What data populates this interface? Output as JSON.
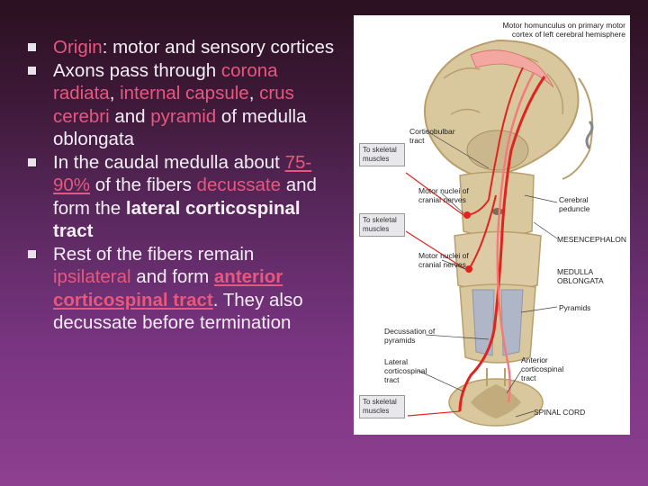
{
  "bullets": [
    {
      "segments": [
        {
          "text": "Origin",
          "style": "hl"
        },
        {
          "text": ": motor and sensory cortices",
          "style": "plain"
        }
      ]
    },
    {
      "segments": [
        {
          "text": "Axons pass through ",
          "style": "plain"
        },
        {
          "text": "corona radiata",
          "style": "hl"
        },
        {
          "text": ", ",
          "style": "plain"
        },
        {
          "text": "internal capsule",
          "style": "hl"
        },
        {
          "text": ", ",
          "style": "plain"
        },
        {
          "text": "crus cerebri",
          "style": "hl"
        },
        {
          "text": " and ",
          "style": "plain"
        },
        {
          "text": "pyramid",
          "style": "hl"
        },
        {
          "text": " of medulla oblongata",
          "style": "plain"
        }
      ]
    },
    {
      "segments": [
        {
          "text": "In the caudal medulla about ",
          "style": "plain"
        },
        {
          "text": "75-90%",
          "style": "hl-u"
        },
        {
          "text": " of the fibers ",
          "style": "plain"
        },
        {
          "text": "decussate",
          "style": "hl"
        },
        {
          "text": " and form the ",
          "style": "plain"
        },
        {
          "text": "lateral corticospinal tract",
          "style": "hl-bold"
        }
      ]
    },
    {
      "segments": [
        {
          "text": "Rest of the fibers remain ",
          "style": "plain"
        },
        {
          "text": "ipsilateral",
          "style": "hl"
        },
        {
          "text": " and form ",
          "style": "plain"
        },
        {
          "text": "anterior corticospinal tract",
          "style": "hl-bold-u"
        },
        {
          "text": ". They also decussate before termination",
          "style": "plain"
        }
      ]
    }
  ],
  "figure": {
    "title": "Motor homunculus on primary motor cortex of left cerebral hemisphere",
    "labels": {
      "corticobulbar": "Corticobulbar tract",
      "to_skeletal_1": "To skeletal muscles",
      "motor_nuclei_1": "Motor nuclei of cranial nerves",
      "cerebral_peduncle": "Cerebral peduncle",
      "to_skeletal_2": "To skeletal muscles",
      "mesencephalon": "MESENCEPHALON",
      "motor_nuclei_2": "Motor nuclei of cranial nerves",
      "medulla": "MEDULLA OBLONGATA",
      "pyramids": "Pyramids",
      "decussation": "Decussation of pyramids",
      "lateral_tract": "Lateral corticospinal tract",
      "anterior_tract": "Anterior corticospinal tract",
      "to_skeletal_3": "To skeletal muscles",
      "spinal_cord": "SPINAL CORD"
    },
    "colors": {
      "tract_red": "#e0231f",
      "tract_pink": "#f27a7a",
      "tissue_tan": "#d9c79e",
      "tissue_tan_dark": "#b89f6c",
      "pyramid_blue": "#aeb6c8",
      "label_box": "#e8e8ec"
    }
  }
}
